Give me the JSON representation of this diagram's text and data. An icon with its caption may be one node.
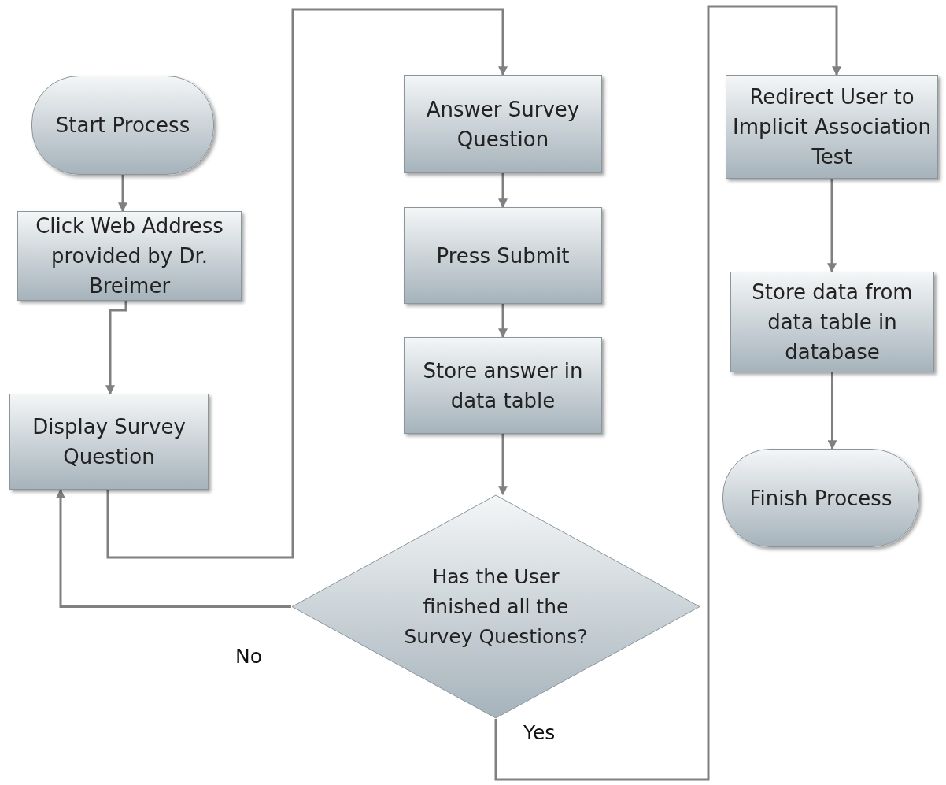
{
  "diagram": {
    "nodes": [
      {
        "text": [
          "Start Process"
        ]
      },
      {
        "text": [
          "Click Web Address provided by Dr. Breimer"
        ]
      },
      {
        "text": [
          "Display Survey Question"
        ]
      },
      {
        "text": [
          "Answer Survey Question"
        ]
      },
      {
        "text": [
          "Press Submit"
        ]
      },
      {
        "text": [
          "Store answer in data table"
        ]
      },
      {
        "text": [
          "Has the User finished all the Survey Questions?"
        ]
      },
      {
        "text": [
          "Redirect User to Implicit Association Test"
        ]
      },
      {
        "text": [
          "Store data from data table in database"
        ]
      },
      {
        "text": [
          "Finish Process"
        ]
      }
    ],
    "edges": [
      {
        "from": 0,
        "to": 1,
        "arrow": "to"
      },
      {
        "from": 1,
        "to": 2,
        "arrow": "to"
      },
      {
        "from": 2,
        "to": 3,
        "arrow": "to"
      },
      {
        "from": 3,
        "to": 4,
        "arrow": "to"
      },
      {
        "from": 4,
        "to": 5,
        "arrow": "to"
      },
      {
        "from": 5,
        "to": 6,
        "arrow": "to"
      },
      {
        "from": 6,
        "to": 2,
        "label": "No",
        "arrow": "to"
      },
      {
        "from": 6,
        "to": 7,
        "label": "Yes",
        "arrow": "to"
      },
      {
        "from": 7,
        "to": 8,
        "arrow": "to"
      },
      {
        "from": 8,
        "to": 9,
        "arrow": "to"
      }
    ]
  }
}
